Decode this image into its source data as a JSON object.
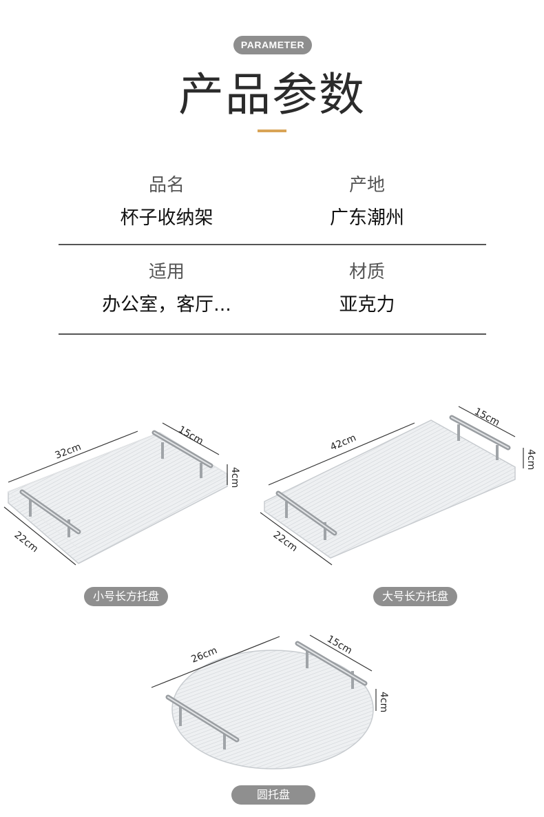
{
  "header": {
    "badge": "PARAMETER",
    "title": "产品参数"
  },
  "params": [
    {
      "label": "品名",
      "value": "杯子收纳架"
    },
    {
      "label": "产地",
      "value": "广东潮州"
    },
    {
      "label": "适用",
      "value": "办公室，客厅..."
    },
    {
      "label": "材质",
      "value": "亚克力"
    }
  ],
  "products": [
    {
      "name": "小号长方托盘",
      "length": "32cm",
      "width": "22cm",
      "handle": "15cm",
      "height": "4cm"
    },
    {
      "name": "大号长方托盘",
      "length": "42cm",
      "width": "22cm",
      "handle": "15cm",
      "height": "4cm"
    },
    {
      "name": "圆托盘",
      "diameter": "26cm",
      "handle": "15cm",
      "height": "4cm"
    }
  ],
  "colors": {
    "badge_bg": "#8e8e8e",
    "accent": "#d9a456",
    "caption_bg": "#8f8f8f"
  }
}
